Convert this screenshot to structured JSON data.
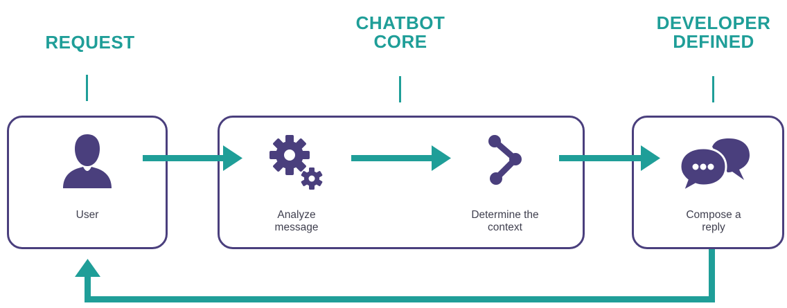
{
  "headings": {
    "request": "REQUEST",
    "core": "CHATBOT\nCORE",
    "developer": "DEVELOPER\nDEFINED"
  },
  "steps": {
    "user": "User",
    "analyze": "Analyze\nmessage",
    "context": "Determine the\ncontext",
    "reply": "Compose a\nreply"
  },
  "icons": {
    "user": "user-silhouette-icon",
    "analyze": "gears-icon",
    "context": "share-nodes-icon",
    "reply": "speech-bubbles-icon"
  },
  "colors": {
    "teal": "#1f9e98",
    "purple": "#4a3f7d"
  }
}
